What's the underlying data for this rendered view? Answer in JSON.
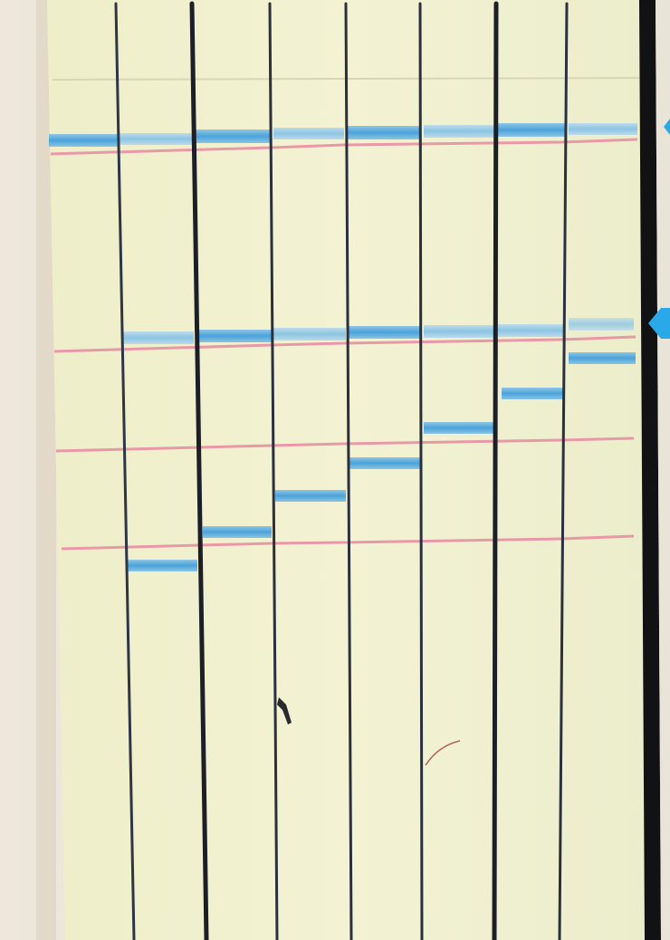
{
  "photo": {
    "subject": "paper-strips",
    "colors": {
      "wall": "#ece4d8",
      "wall_shadow": "#d9cfc1",
      "paper": "#f1f1cf",
      "paper_edge": "#e6e6c0",
      "divider": "#2d3340",
      "divider_dark": "#14161c",
      "right_border": "#121214",
      "pink_line": "#e89aa8",
      "blue_band": "#4fa6dc",
      "arrow": "#29a9e8",
      "paper_far_right": "#e9e6d8"
    }
  },
  "strips": [
    {
      "id": 1,
      "top_band_present": true,
      "mid_band_present": false
    },
    {
      "id": 2,
      "top_band_present": true,
      "mid_band_present": true
    },
    {
      "id": 3,
      "top_band_present": true,
      "mid_band_present": true
    },
    {
      "id": 4,
      "top_band_present": true,
      "mid_band_present": true
    },
    {
      "id": 5,
      "top_band_present": true,
      "mid_band_present": true
    },
    {
      "id": 6,
      "top_band_present": true,
      "mid_band_present": true
    },
    {
      "id": 7,
      "top_band_present": true,
      "mid_band_present": true
    },
    {
      "id": 8,
      "top_band_present": true,
      "mid_band_present": true
    }
  ],
  "markers": [
    {
      "name": "upper-arrow",
      "visible": "partial"
    },
    {
      "name": "lower-arrow",
      "visible": "full"
    }
  ]
}
